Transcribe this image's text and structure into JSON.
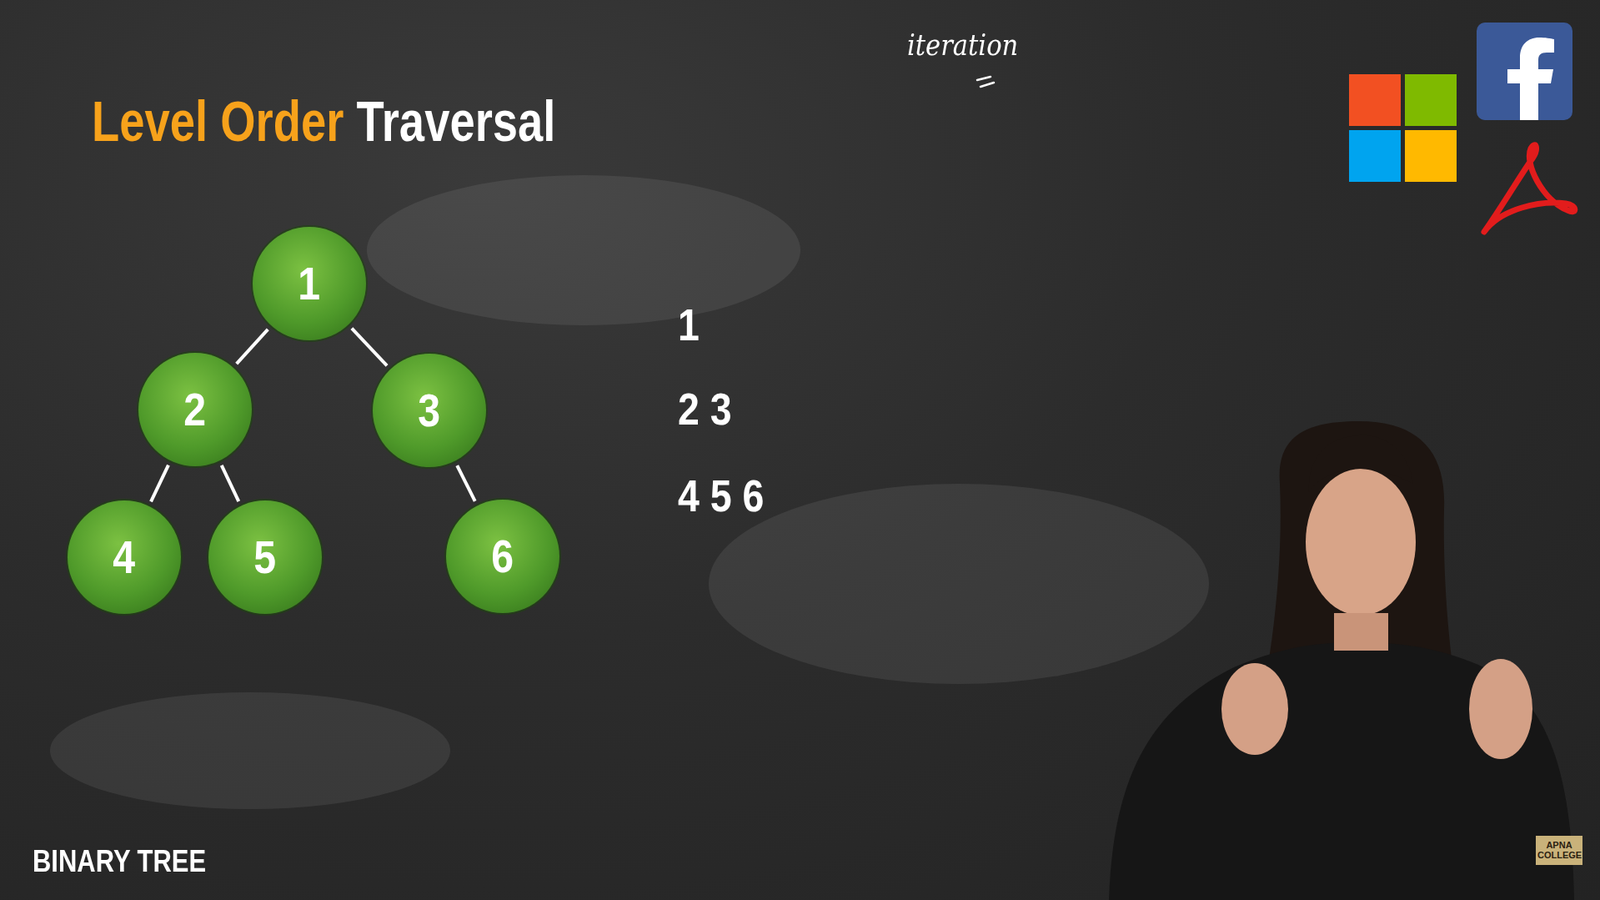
{
  "diagram": {
    "title": "Level Order Traversal",
    "nodes": [
      {
        "text": [
          "1"
        ]
      },
      {
        "text": [
          "2"
        ]
      },
      {
        "text": [
          "3"
        ]
      },
      {
        "text": [
          "4"
        ]
      },
      {
        "text": [
          "5"
        ]
      },
      {
        "text": [
          "6"
        ]
      }
    ],
    "edges": [
      {
        "from": 0,
        "to": 1,
        "arrow": "none"
      },
      {
        "from": 0,
        "to": 2,
        "arrow": "none"
      },
      {
        "from": 1,
        "to": 3,
        "arrow": "none"
      },
      {
        "from": 1,
        "to": 4,
        "arrow": "none"
      },
      {
        "from": 2,
        "to": 5,
        "arrow": "none"
      }
    ],
    "labels": [
      "iteration",
      "1",
      "2 3",
      "4 5 6",
      "BINARY TREE",
      "APNA COLLEGE"
    ]
  }
}
